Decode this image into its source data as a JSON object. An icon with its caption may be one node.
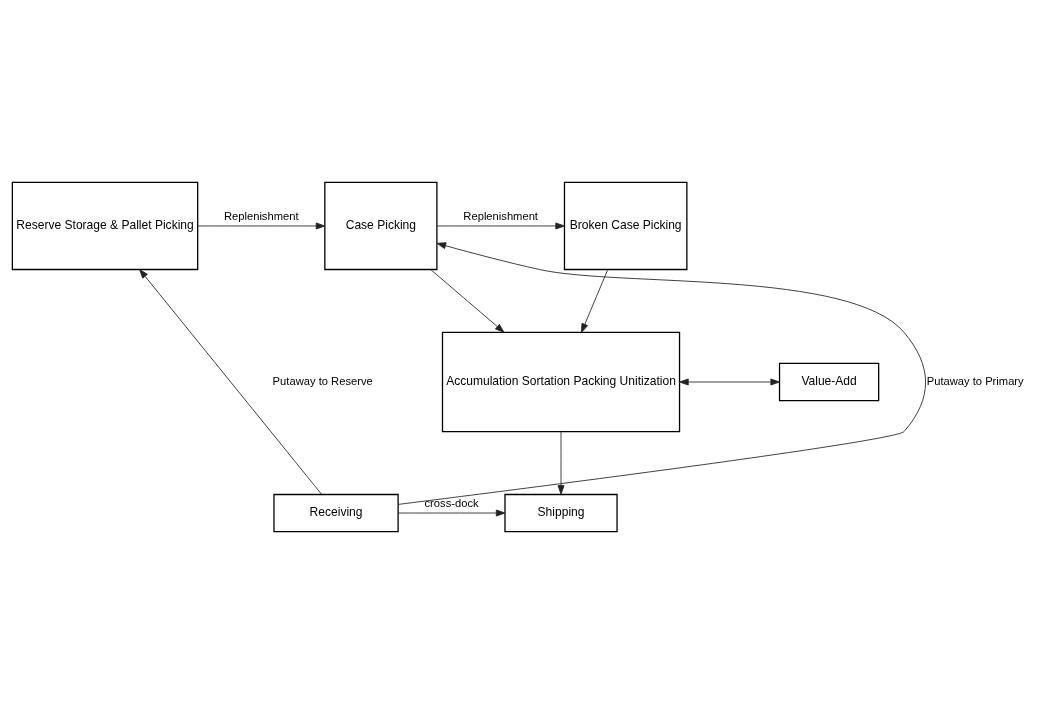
{
  "diagram": {
    "nodes": [
      {
        "text": [
          "Reserve Storage & Pallet Picking"
        ]
      },
      {
        "text": [
          "Case Picking"
        ]
      },
      {
        "text": [
          "Broken Case Picking"
        ]
      },
      {
        "text": [
          "Accumulation Sortation Packing Unitization"
        ]
      },
      {
        "text": [
          "Value-Add"
        ]
      },
      {
        "text": [
          "Receiving"
        ]
      },
      {
        "text": [
          "Shipping"
        ]
      }
    ],
    "edges": [
      {
        "from": 0,
        "to": 1,
        "arrow": "to",
        "label": "Replenishment"
      },
      {
        "from": 1,
        "to": 2,
        "arrow": "to",
        "label": "Replenishment"
      },
      {
        "from": 1,
        "to": 3,
        "arrow": "to"
      },
      {
        "from": 2,
        "to": 3,
        "arrow": "to"
      },
      {
        "from": 3,
        "to": 4,
        "arrow": "both"
      },
      {
        "from": 3,
        "to": 6,
        "arrow": "to"
      },
      {
        "from": 5,
        "to": 0,
        "arrow": "to",
        "label": "Putaway to Reserve"
      },
      {
        "from": 5,
        "to": 1,
        "arrow": "to",
        "label": "Putaway to Primary"
      },
      {
        "from": 5,
        "to": 6,
        "arrow": "to",
        "label": "cross-dock"
      }
    ]
  }
}
